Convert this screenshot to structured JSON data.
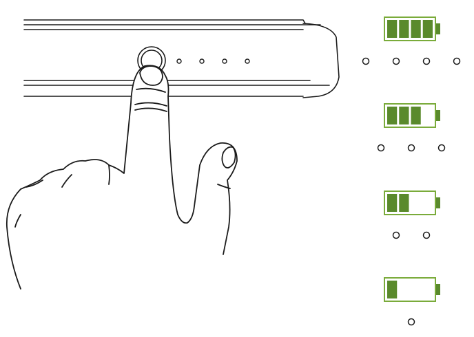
{
  "device": {
    "name": "power-bank",
    "power_button_icon": "power-button-icon",
    "led_indicator_count": 4,
    "stroke_color": "#1a1a1a"
  },
  "hand": {
    "icon": "hand-pressing-icon",
    "action": "press"
  },
  "battery_levels": [
    {
      "filled_bars": 4,
      "total_bars": 4,
      "lit_leds": 4
    },
    {
      "filled_bars": 3,
      "total_bars": 4,
      "lit_leds": 3
    },
    {
      "filled_bars": 2,
      "total_bars": 4,
      "lit_leds": 2
    },
    {
      "filled_bars": 1,
      "total_bars": 4,
      "lit_leds": 1
    }
  ],
  "colors": {
    "battery_fill": "#5a8a2c",
    "battery_outline": "#7aab3a",
    "line": "#1a1a1a",
    "background": "#ffffff"
  }
}
